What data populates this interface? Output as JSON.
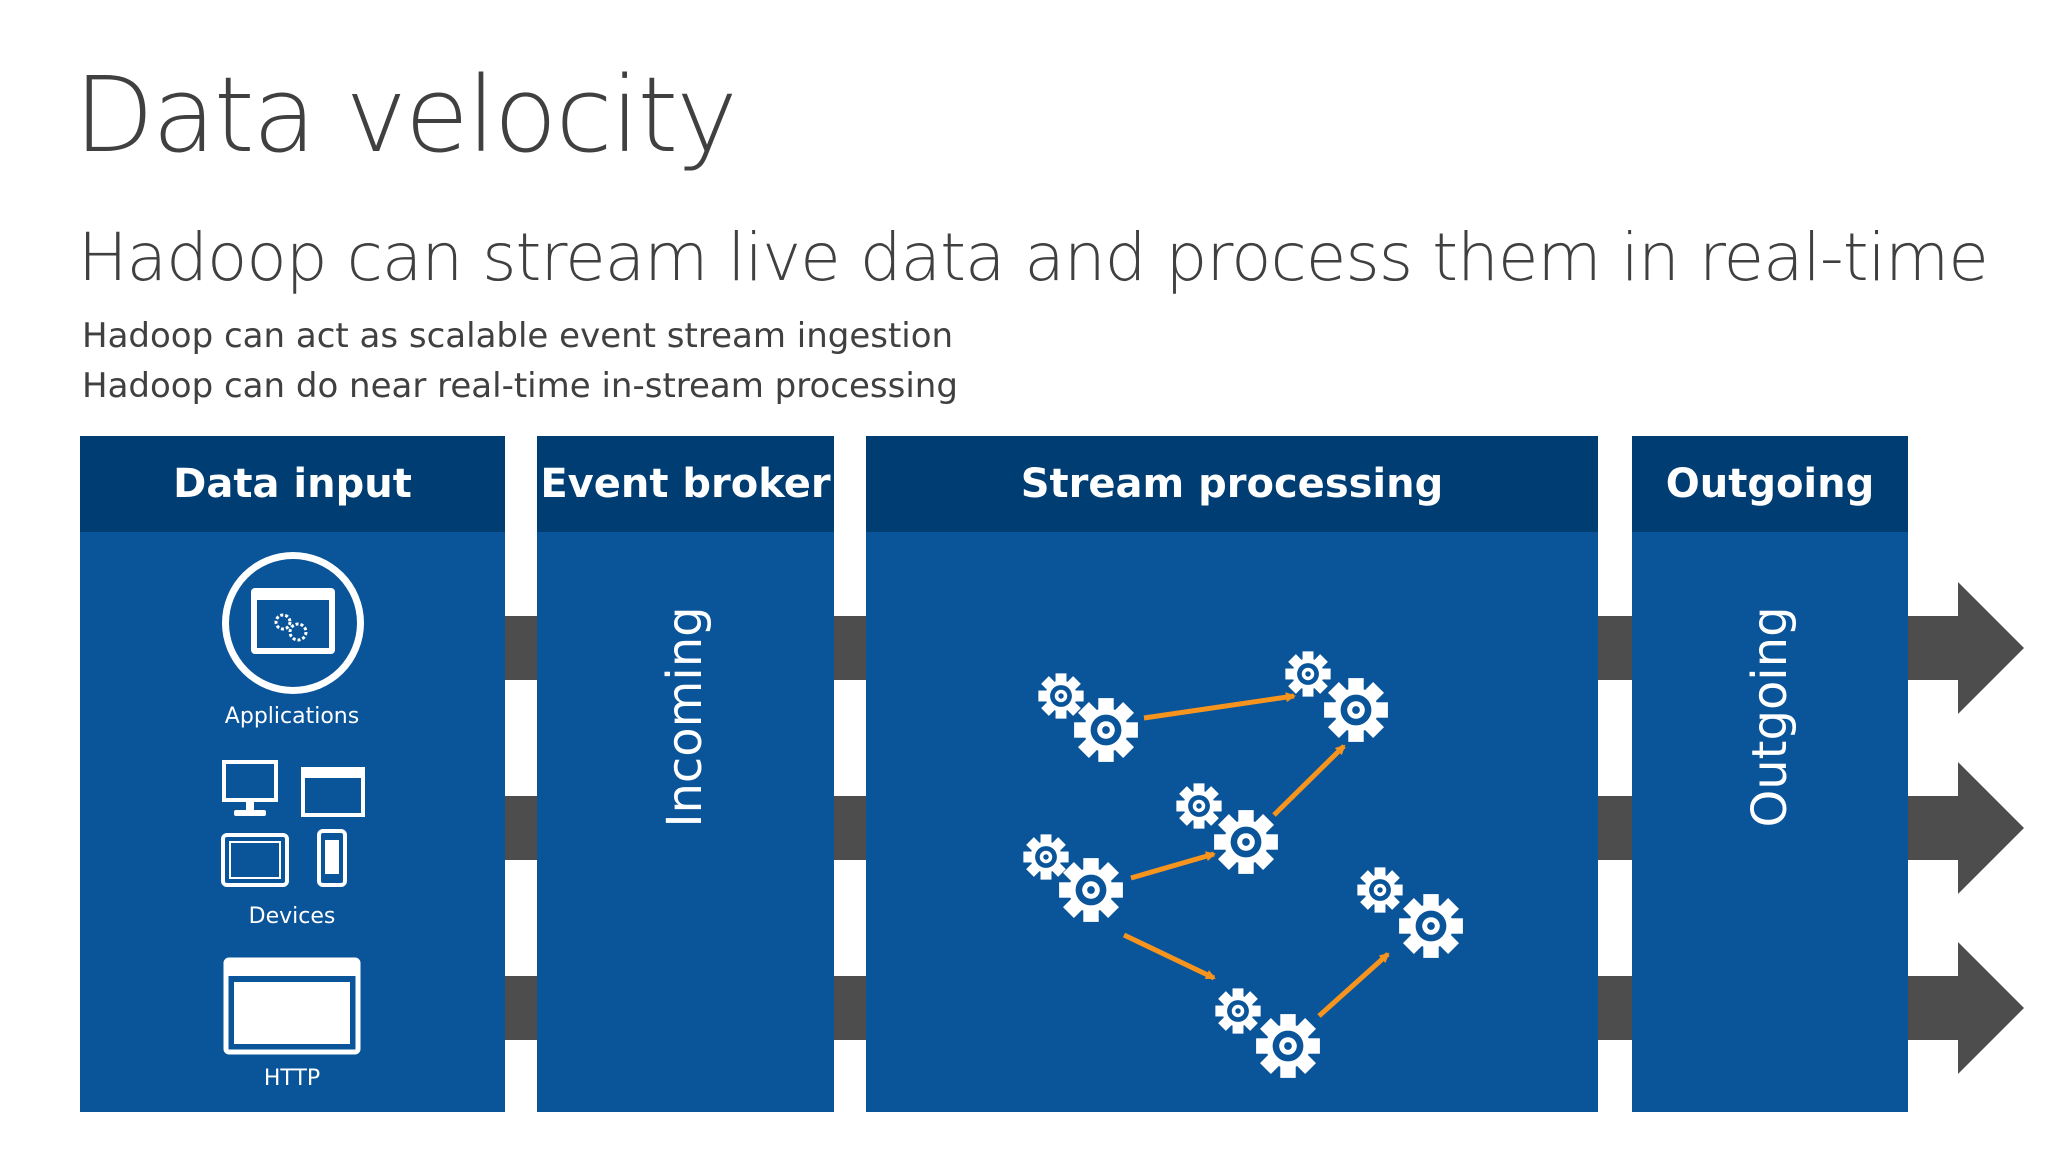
{
  "slide": {
    "title": "Data velocity",
    "subtitle": "Hadoop can stream live data and process them in real-time",
    "bullets": [
      "Hadoop can act as scalable event stream ingestion",
      "Hadoop can do near real-time in-stream processing"
    ]
  },
  "panels": {
    "data_input": {
      "header": "Data input",
      "items": [
        "Applications",
        "Devices",
        "HTTP"
      ]
    },
    "event_broker": {
      "header": "Event broker",
      "label": "Incoming"
    },
    "stream_processing": {
      "header": "Stream processing"
    },
    "outgoing": {
      "header": "Outgoing",
      "label": "Outgoing"
    }
  },
  "colors": {
    "panel": "#0a5499",
    "header": "#003d73",
    "connector": "#4d4d4d",
    "flow_arrow": "#f7941d",
    "text_dark": "#404040"
  },
  "icons": [
    "application-icon",
    "monitor-icon",
    "browser-window-icon",
    "tablet-icon",
    "phone-icon",
    "http-window-icon",
    "gear-icon",
    "flow-arrow",
    "output-arrow-icon"
  ]
}
